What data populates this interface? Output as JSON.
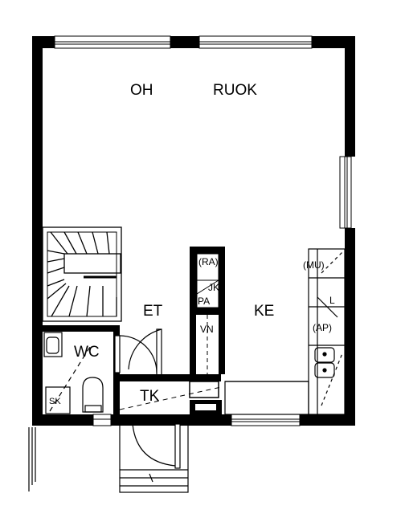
{
  "rooms": {
    "oh": "OH",
    "ruok": "RUOK",
    "et": "ET",
    "ke": "KE",
    "wc": "WC",
    "tk": "TK",
    "sk": "SK",
    "ra": "(RA)",
    "jk": "JK",
    "pa": "PA",
    "vn": "VN",
    "mu": "(MU)",
    "l": "L",
    "ap": "(AP)"
  },
  "colors": {
    "wall": "#000000",
    "line": "#000000",
    "background": "#ffffff"
  }
}
